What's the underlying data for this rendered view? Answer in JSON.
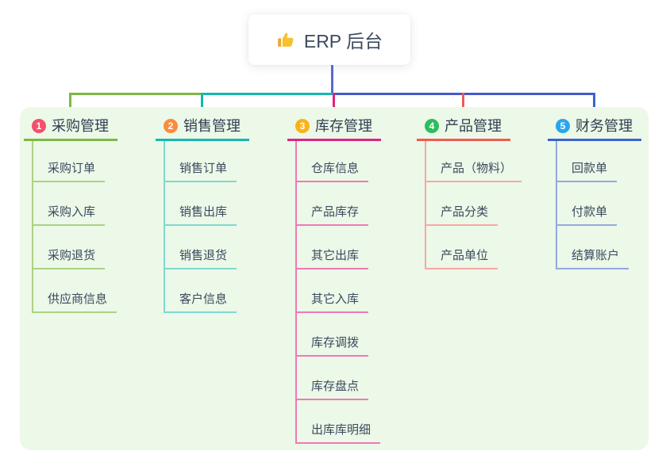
{
  "root": {
    "title": "ERP 后台",
    "icon": "thumbs-up",
    "icon_color": "#f6c12e",
    "icon_color_dark": "#eda93c",
    "text_color": "#3c4a5d"
  },
  "panel": {
    "background": "#ecf8e8"
  },
  "connector": {
    "root_drop_color": "#5a68d2",
    "hub_right_color": "#4457ca"
  },
  "text_colors": {
    "branch_label": "#2f3e51",
    "child_label": "#3a4a5e"
  },
  "branches": [
    {
      "number": "1",
      "label": "采购管理",
      "badge_color": "#f4506b",
      "line_color": "#7db842",
      "child_line_color": "#abd284",
      "children": [
        "采购订单",
        "采购入库",
        "采购退货",
        "供应商信息"
      ]
    },
    {
      "number": "2",
      "label": "销售管理",
      "badge_color": "#fa8c3d",
      "line_color": "#14b8af",
      "child_line_color": "#7fd8cf",
      "children": [
        "销售订单",
        "销售出库",
        "销售退货",
        "客户信息"
      ]
    },
    {
      "number": "3",
      "label": "库存管理",
      "badge_color": "#fbb216",
      "line_color": "#e02380",
      "child_line_color": "#f07ab5",
      "children": [
        "仓库信息",
        "产品库存",
        "其它出库",
        "其它入库",
        "库存调拨",
        "库存盘点",
        "出库库明细"
      ]
    },
    {
      "number": "4",
      "label": "产品管理",
      "badge_color": "#2dbd5e",
      "line_color": "#f05a50",
      "child_line_color": "#f8a8a1",
      "children": [
        "产品（物料）",
        "产品分类",
        "产品单位"
      ]
    },
    {
      "number": "5",
      "label": "财务管理",
      "badge_color": "#2aa6ea",
      "line_color": "#3c63d2",
      "child_line_color": "#93a9e2",
      "children": [
        "回款单",
        "付款单",
        "结算账户"
      ]
    }
  ]
}
